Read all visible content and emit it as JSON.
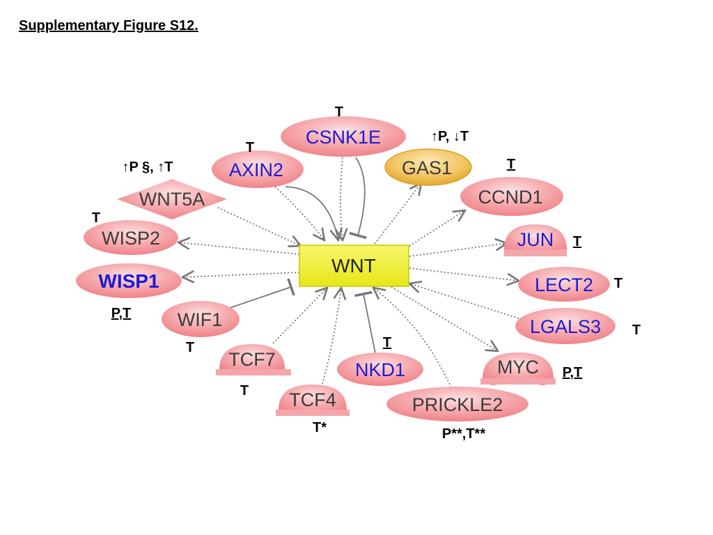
{
  "figure": {
    "title": "Supplementary Figure S12."
  },
  "colors": {
    "node_fill": "#f08c92",
    "node_highlight": "#fde0e1",
    "gas1_fill": "#f0b43a",
    "hub_fill": "#f2f21e",
    "hub_stroke": "#c8c800",
    "edge": "#777777",
    "label_blue": "#1a1ad6"
  },
  "hub": {
    "label": "WNT"
  },
  "nodes": {
    "csnk1e": {
      "label": "CSNK1E",
      "annotation": "T"
    },
    "axin2": {
      "label": "AXIN2",
      "annotation": "T"
    },
    "gas1": {
      "label": "GAS1",
      "annotation": "↑P, ↓T"
    },
    "wnt5a": {
      "label": "WNT5A",
      "annotation": "↑P §, ↑T"
    },
    "ccnd1": {
      "label": "CCND1",
      "annotation": "T"
    },
    "wisp2": {
      "label": "WISP2",
      "annotation": "T"
    },
    "jun": {
      "label": "JUN",
      "annotation": "T"
    },
    "wisp1": {
      "label": "WISP1",
      "annotation": "P,T"
    },
    "lect2": {
      "label": "LECT2",
      "annotation": "T"
    },
    "wif1": {
      "label": "WIF1",
      "annotation": "T"
    },
    "lgals3": {
      "label": "LGALS3",
      "annotation": "T"
    },
    "tcf7": {
      "label": "TCF7",
      "annotation": "T"
    },
    "nkd1": {
      "label": "NKD1",
      "annotation": "T"
    },
    "myc": {
      "label": "MYC",
      "annotation": "P,T"
    },
    "tcf4": {
      "label": "TCF4",
      "annotation": "T*"
    },
    "prickle2": {
      "label": "PRICKLE2",
      "annotation": "P**,T**"
    }
  }
}
